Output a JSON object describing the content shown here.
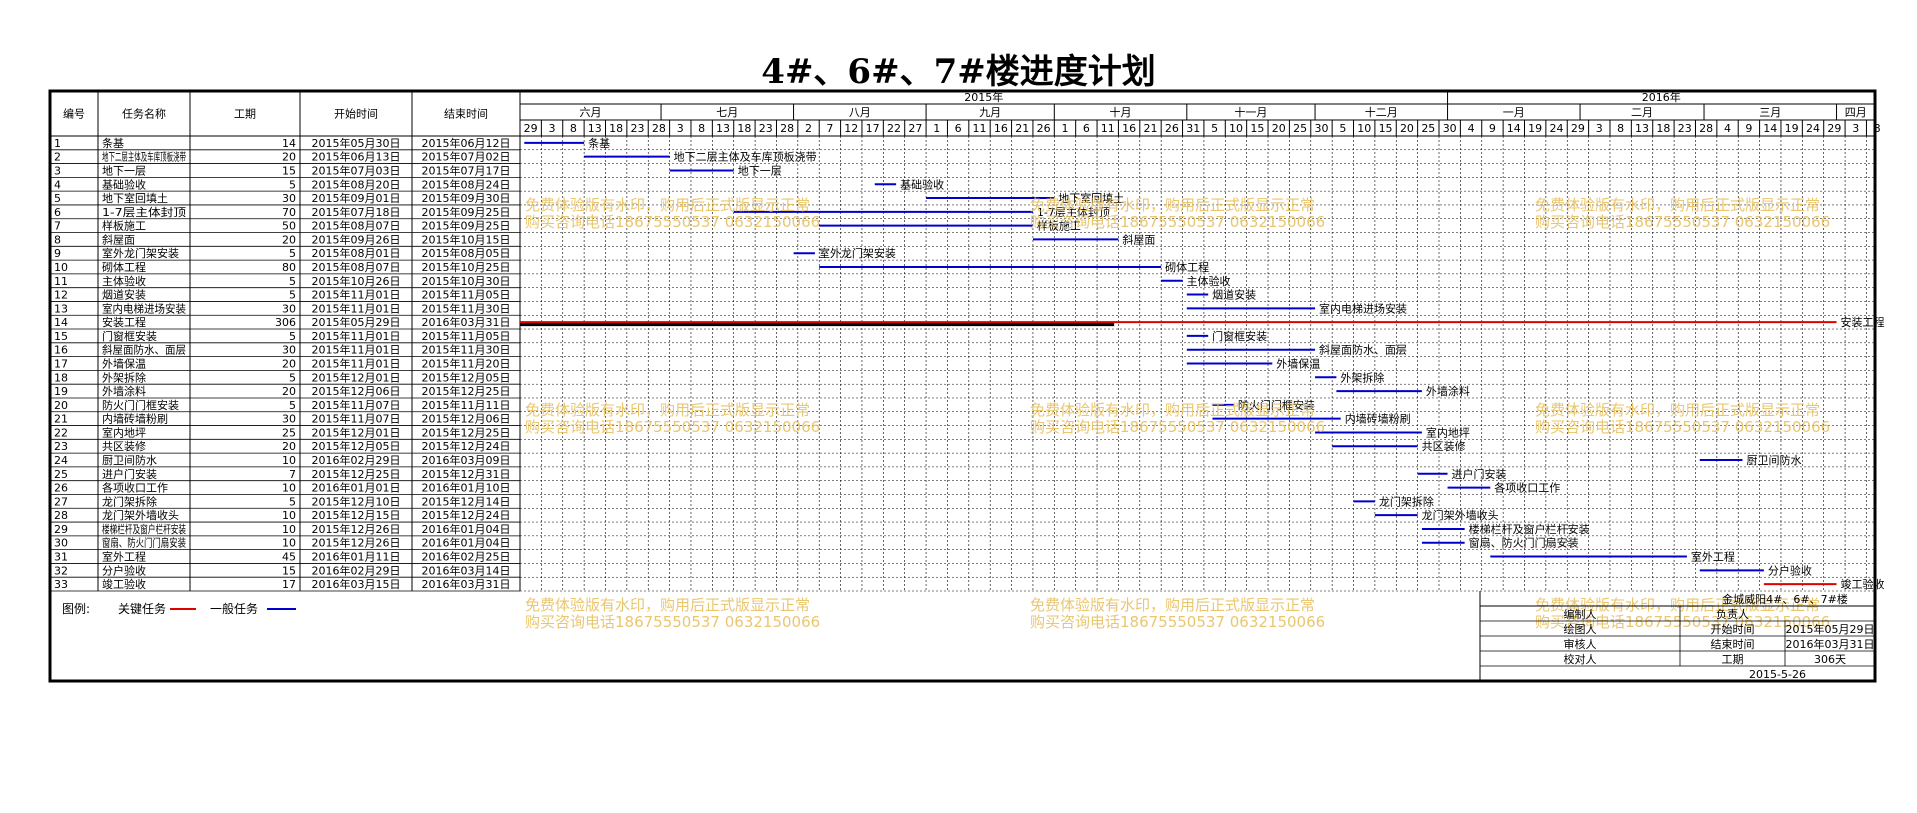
{
  "title": "4#、6#、7#楼进度计划",
  "headers": {
    "id": "编号",
    "name": "任务名称",
    "duration": "工期",
    "start": "开始时间",
    "end": "结束时间"
  },
  "years": [
    "2015年",
    "2016年"
  ],
  "months": [
    "六月",
    "七月",
    "八月",
    "九月",
    "十月",
    "十一月",
    "十二月",
    "一月",
    "二月",
    "三月",
    "四月"
  ],
  "day_ticks": [
    "29",
    "3",
    "8",
    "13",
    "18",
    "23",
    "28",
    "3",
    "8",
    "13",
    "18",
    "23",
    "28",
    "2",
    "7",
    "12",
    "17",
    "22",
    "27",
    "1",
    "6",
    "11",
    "16",
    "21",
    "26",
    "1",
    "6",
    "11",
    "16",
    "21",
    "26",
    "31",
    "5",
    "10",
    "15",
    "20",
    "25",
    "30",
    "5",
    "10",
    "15",
    "20",
    "25",
    "30",
    "4",
    "9",
    "14",
    "19",
    "24",
    "29",
    "3",
    "8",
    "13",
    "18",
    "23",
    "28",
    "4",
    "9",
    "14",
    "19",
    "24",
    "29",
    "3",
    "8"
  ],
  "colors": {
    "critical": "#e00000",
    "normal": "#0000cc"
  },
  "chart_data": {
    "type": "gantt",
    "x_range": [
      "2015-05-29",
      "2016-04-10"
    ],
    "tasks": [
      {
        "id": "1",
        "name": "条基",
        "duration": "14",
        "start": "2015年05月30日",
        "end": "2015年06月12日",
        "s": "2015-05-30",
        "e": "2015-06-12",
        "label": "条基",
        "critical": false
      },
      {
        "id": "2",
        "name": "地下二层主体及车库顶板浇带",
        "duration": "20",
        "start": "2015年06月13日",
        "end": "2015年07月02日",
        "s": "2015-06-13",
        "e": "2015-07-02",
        "label": "地下二层主体及车库顶板浇带",
        "critical": false
      },
      {
        "id": "3",
        "name": "地下一层",
        "duration": "15",
        "start": "2015年07月03日",
        "end": "2015年07月17日",
        "s": "2015-07-03",
        "e": "2015-07-17",
        "label": "地下一层",
        "critical": false
      },
      {
        "id": "4",
        "name": "基础验收",
        "duration": "5",
        "start": "2015年08月20日",
        "end": "2015年08月24日",
        "s": "2015-08-20",
        "e": "2015-08-24",
        "label": "基础验收",
        "critical": false
      },
      {
        "id": "5",
        "name": "地下室回填土",
        "duration": "30",
        "start": "2015年09月01日",
        "end": "2015年09月30日",
        "s": "2015-09-01",
        "e": "2015-09-30",
        "label": "地下室回填土",
        "critical": false
      },
      {
        "id": "6",
        "name": "1-7层主体封顶",
        "duration": "70",
        "start": "2015年07月18日",
        "end": "2015年09月25日",
        "s": "2015-07-18",
        "e": "2015-09-25",
        "label": "1-7层主体封顶",
        "critical": false
      },
      {
        "id": "7",
        "name": "样板施工",
        "duration": "50",
        "start": "2015年08月07日",
        "end": "2015年09月25日",
        "s": "2015-08-07",
        "e": "2015-09-25",
        "label": "样板施工",
        "critical": false
      },
      {
        "id": "8",
        "name": "斜屋面",
        "duration": "20",
        "start": "2015年09月26日",
        "end": "2015年10月15日",
        "s": "2015-09-26",
        "e": "2015-10-15",
        "label": "斜屋面",
        "critical": false
      },
      {
        "id": "9",
        "name": "室外龙门架安装",
        "duration": "5",
        "start": "2015年08月01日",
        "end": "2015年08月05日",
        "s": "2015-08-01",
        "e": "2015-08-05",
        "label": "室外龙门架安装",
        "critical": false
      },
      {
        "id": "10",
        "name": "砌体工程",
        "duration": "80",
        "start": "2015年08月07日",
        "end": "2015年10月25日",
        "s": "2015-08-07",
        "e": "2015-10-25",
        "label": "砌体工程",
        "critical": false
      },
      {
        "id": "11",
        "name": "主体验收",
        "duration": "5",
        "start": "2015年10月26日",
        "end": "2015年10月30日",
        "s": "2015-10-26",
        "e": "2015-10-30",
        "label": "主体验收",
        "critical": false
      },
      {
        "id": "12",
        "name": "烟道安装",
        "duration": "5",
        "start": "2015年11月01日",
        "end": "2015年11月05日",
        "s": "2015-11-01",
        "e": "2015-11-05",
        "label": "烟道安装",
        "critical": false
      },
      {
        "id": "13",
        "name": "室内电梯进场安装",
        "duration": "30",
        "start": "2015年11月01日",
        "end": "2015年11月30日",
        "s": "2015-11-01",
        "e": "2015-11-30",
        "label": "室内电梯进场安装",
        "critical": false
      },
      {
        "id": "14",
        "name": "安装工程",
        "duration": "306",
        "start": "2015年05月29日",
        "end": "2016年03月31日",
        "s": "2015-05-29",
        "e": "2016-03-31",
        "label": "安装工程",
        "critical": true
      },
      {
        "id": "15",
        "name": "门窗框安装",
        "duration": "5",
        "start": "2015年11月01日",
        "end": "2015年11月05日",
        "s": "2015-11-01",
        "e": "2015-11-05",
        "label": "门窗框安装",
        "critical": false
      },
      {
        "id": "16",
        "name": "斜屋面防水、面层",
        "duration": "30",
        "start": "2015年11月01日",
        "end": "2015年11月30日",
        "s": "2015-11-01",
        "e": "2015-11-30",
        "label": "斜屋面防水、面层",
        "critical": false
      },
      {
        "id": "17",
        "name": "外墙保温",
        "duration": "20",
        "start": "2015年11月01日",
        "end": "2015年11月20日",
        "s": "2015-11-01",
        "e": "2015-11-20",
        "label": "外墙保温",
        "critical": false
      },
      {
        "id": "18",
        "name": "外架拆除",
        "duration": "5",
        "start": "2015年12月01日",
        "end": "2015年12月05日",
        "s": "2015-12-01",
        "e": "2015-12-05",
        "label": "外架拆除",
        "critical": false
      },
      {
        "id": "19",
        "name": "外墙涂料",
        "duration": "20",
        "start": "2015年12月06日",
        "end": "2015年12月25日",
        "s": "2015-12-06",
        "e": "2015-12-25",
        "label": "外墙涂料",
        "critical": false
      },
      {
        "id": "20",
        "name": "防火门门框安装",
        "duration": "5",
        "start": "2015年11月07日",
        "end": "2015年11月11日",
        "s": "2015-11-07",
        "e": "2015-11-11",
        "label": "防火门门框安装",
        "critical": false
      },
      {
        "id": "21",
        "name": "内墙砖墙粉刷",
        "duration": "30",
        "start": "2015年11月07日",
        "end": "2015年12月06日",
        "s": "2015-11-07",
        "e": "2015-12-06",
        "label": "内墙砖墙粉刷",
        "critical": false
      },
      {
        "id": "22",
        "name": "室内地坪",
        "duration": "25",
        "start": "2015年12月01日",
        "end": "2015年12月25日",
        "s": "2015-12-01",
        "e": "2015-12-25",
        "label": "室内地坪",
        "critical": false
      },
      {
        "id": "23",
        "name": "共区装修",
        "duration": "20",
        "start": "2015年12月05日",
        "end": "2015年12月24日",
        "s": "2015-12-05",
        "e": "2015-12-24",
        "label": "共区装修",
        "critical": false
      },
      {
        "id": "24",
        "name": "厨卫间防水",
        "duration": "10",
        "start": "2016年02月29日",
        "end": "2016年03月09日",
        "s": "2016-02-29",
        "e": "2016-03-09",
        "label": "厨卫间防水",
        "critical": false
      },
      {
        "id": "25",
        "name": "进户门安装",
        "duration": "7",
        "start": "2015年12月25日",
        "end": "2015年12月31日",
        "s": "2015-12-25",
        "e": "2015-12-31",
        "label": "进户门安装",
        "critical": false
      },
      {
        "id": "26",
        "name": "各项收口工作",
        "duration": "10",
        "start": "2016年01月01日",
        "end": "2016年01月10日",
        "s": "2016-01-01",
        "e": "2016-01-10",
        "label": "各项收口工作",
        "critical": false
      },
      {
        "id": "27",
        "name": "龙门架拆除",
        "duration": "5",
        "start": "2015年12月10日",
        "end": "2015年12月14日",
        "s": "2015-12-10",
        "e": "2015-12-14",
        "label": "龙门架拆除",
        "critical": false
      },
      {
        "id": "28",
        "name": "龙门架外墙收头",
        "duration": "10",
        "start": "2015年12月15日",
        "end": "2015年12月24日",
        "s": "2015-12-15",
        "e": "2015-12-24",
        "label": "龙门架外墙收头",
        "critical": false
      },
      {
        "id": "29",
        "name": "楼梯栏杆及窗户栏杆安装",
        "duration": "10",
        "start": "2015年12月26日",
        "end": "2016年01月04日",
        "s": "2015-12-26",
        "e": "2016-01-04",
        "label": "楼梯栏杆及窗户栏杆安装",
        "critical": false
      },
      {
        "id": "30",
        "name": "窗扇、防火门门扇安装",
        "duration": "10",
        "start": "2015年12月26日",
        "end": "2016年01月04日",
        "s": "2015-12-26",
        "e": "2016-01-04",
        "label": "窗扇、防火门门扇安装",
        "critical": false
      },
      {
        "id": "31",
        "name": "室外工程",
        "duration": "45",
        "start": "2016年01月11日",
        "end": "2016年02月25日",
        "s": "2016-01-11",
        "e": "2016-02-25",
        "label": "室外工程",
        "critical": false
      },
      {
        "id": "32",
        "name": "分户验收",
        "duration": "15",
        "start": "2016年02月29日",
        "end": "2016年03月14日",
        "s": "2016-02-29",
        "e": "2016-03-14",
        "label": "分户验收",
        "critical": false
      },
      {
        "id": "33",
        "name": "竣工验收",
        "duration": "17",
        "start": "2016年03月15日",
        "end": "2016年03月31日",
        "s": "2016-03-15",
        "e": "2016-03-31",
        "label": "竣工验收",
        "critical": true
      }
    ]
  },
  "legend": {
    "label": "图例:",
    "critical": "关键任务",
    "normal": "一般任务"
  },
  "info": {
    "project": "金城威阳4#、6#、7#楼",
    "rows": [
      [
        "编制人",
        "负责人",
        ""
      ],
      [
        "绘图人",
        "开始时间",
        "2015年05月29日"
      ],
      [
        "审核人",
        "结束时间",
        "2016年03月31日"
      ],
      [
        "校对人",
        "工期",
        "306天"
      ]
    ],
    "date": "2015-5-26"
  },
  "watermark": [
    "免费体验版有水印，购用后正式版显示正常",
    "购买咨询电话18675550537 0632150066"
  ]
}
